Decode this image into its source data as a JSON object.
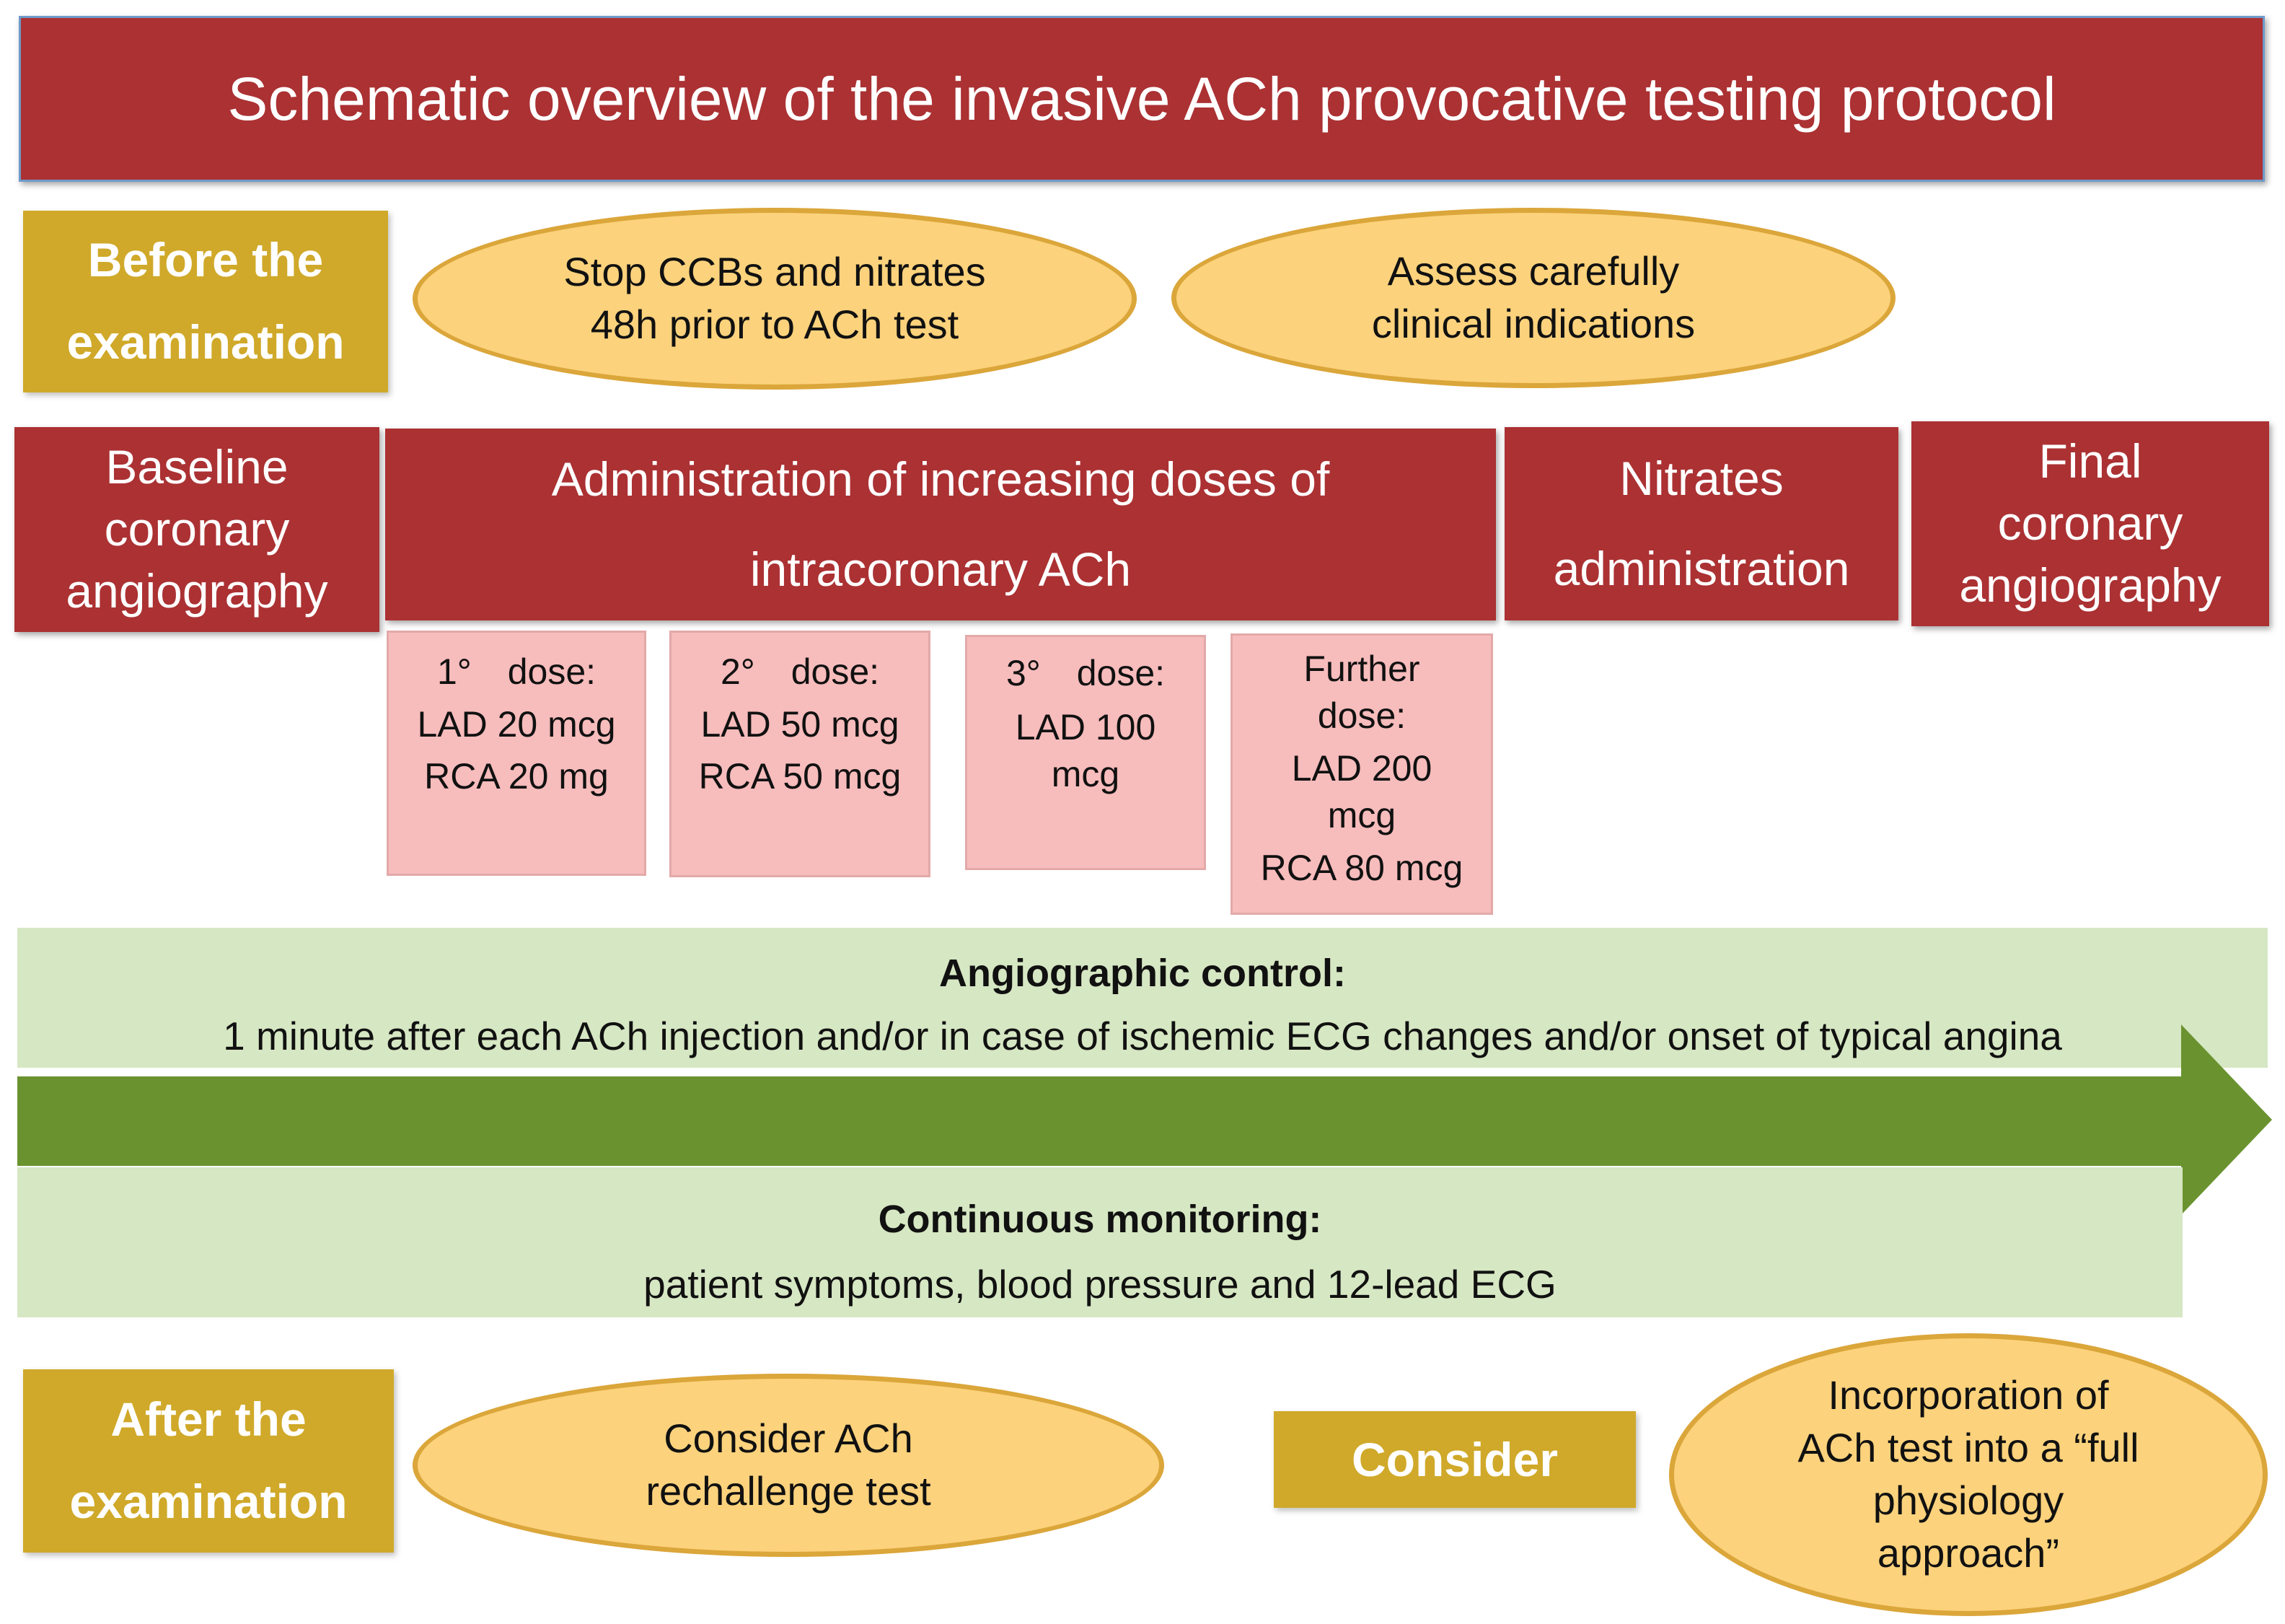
{
  "title": "Schematic overview of the invasive ACh provocative testing protocol",
  "before": {
    "label": [
      "Before the",
      "examination"
    ],
    "ellipse_left": [
      "Stop CCBs and nitrates",
      "48h prior to ACh test"
    ],
    "ellipse_right": [
      "Assess carefully",
      "clinical indications"
    ]
  },
  "phases": {
    "baseline": [
      "Baseline",
      "coronary",
      "angiography"
    ],
    "administration": [
      "Administration of increasing doses of",
      "intracoronary ACh"
    ],
    "nitrates": [
      "Nitrates",
      "administration"
    ],
    "final": [
      "Final",
      "coronary",
      "angiography"
    ]
  },
  "doses": [
    {
      "lines": [
        "1° dose:",
        "LAD 20 mcg",
        "RCA 20 mg"
      ]
    },
    {
      "lines": [
        "2° dose:",
        "LAD 50 mcg",
        "RCA 50 mcg"
      ]
    },
    {
      "lines": [
        "3° dose:",
        "LAD 100",
        "mcg"
      ]
    },
    {
      "lines": [
        "Further",
        "dose:",
        "LAD 200",
        "mcg",
        "RCA 80 mcg"
      ]
    }
  ],
  "angiographic": {
    "heading": "Angiographic control:",
    "text": "1 minute after each ACh injection and/or in case of ischemic ECG changes and/or onset of typical angina"
  },
  "monitoring": {
    "heading": "Continuous monitoring:",
    "text": "patient symptoms, blood pressure and 12-lead ECG"
  },
  "after": {
    "label": [
      "After the",
      "examination"
    ],
    "ellipse_left": [
      "Consider ACh",
      "rechallenge test"
    ],
    "consider": "Consider",
    "ellipse_right": [
      "Incorporation of",
      "ACh test into a “full",
      "physiology",
      "approach”"
    ]
  },
  "colors": {
    "red": "#ab3133",
    "gold": "#d0a92a",
    "ellipse_fill": "#fcd27c",
    "ellipse_border": "#dba63a",
    "dose_pink": "#f7bcbc",
    "band_green": "#d6e7c3",
    "arrow_green": "#6a9330"
  }
}
